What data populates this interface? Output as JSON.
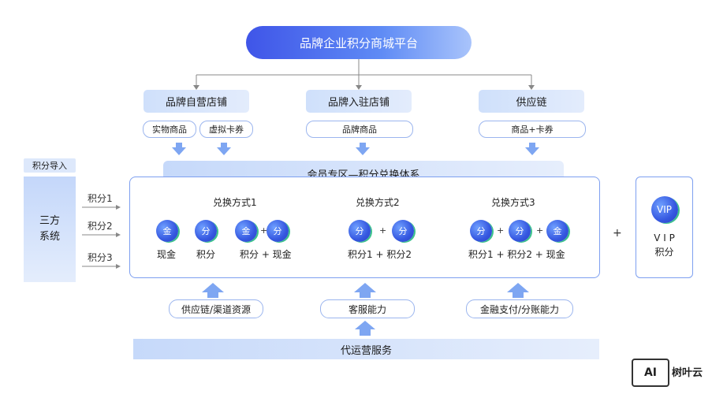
{
  "platform": {
    "title": "品牌企业积分商城平台"
  },
  "categories": [
    {
      "label": "品牌自营店铺",
      "tags": [
        "实物商品",
        "虚拟卡券"
      ]
    },
    {
      "label": "品牌入驻店铺",
      "tags": [
        "品牌商品"
      ]
    },
    {
      "label": "供应链",
      "tags": [
        "商品+卡券"
      ]
    }
  ],
  "member_zone": {
    "title": "会员专区—积分兑换体系"
  },
  "side_system": {
    "tag": "积分导入",
    "line1": "三方",
    "line2": "系统"
  },
  "flows": [
    "积分1",
    "积分2",
    "积分3"
  ],
  "methods": [
    {
      "title": "兑换方式1",
      "group1_circle": "金",
      "group1_label": "现金",
      "group2_circle": "分",
      "group2_label": "积分",
      "group3_circle_a": "金",
      "group3_circle_b": "分",
      "group3_label": "积分 + 现金"
    },
    {
      "title": "兑换方式2",
      "circle_a": "分",
      "circle_b": "分",
      "label": "积分1 + 积分2"
    },
    {
      "title": "兑换方式3",
      "circle_a": "分",
      "circle_b": "分",
      "circle_c": "金",
      "label": "积分1 + 积分2 + 现金"
    }
  ],
  "plus": "+",
  "vip": {
    "badge": "VIP",
    "line1": "V I P",
    "line2": "积分"
  },
  "resources": [
    "供应链/渠道资源",
    "客服能力",
    "金融支付/分账能力"
  ],
  "service_bar": {
    "label": "代运营服务"
  },
  "brand": {
    "logo": "AI",
    "name": "树叶云"
  },
  "colors": {
    "primary": "#3f55e8",
    "arrow": "#7ea6f2",
    "accent_shadow": "#3cc28d"
  }
}
